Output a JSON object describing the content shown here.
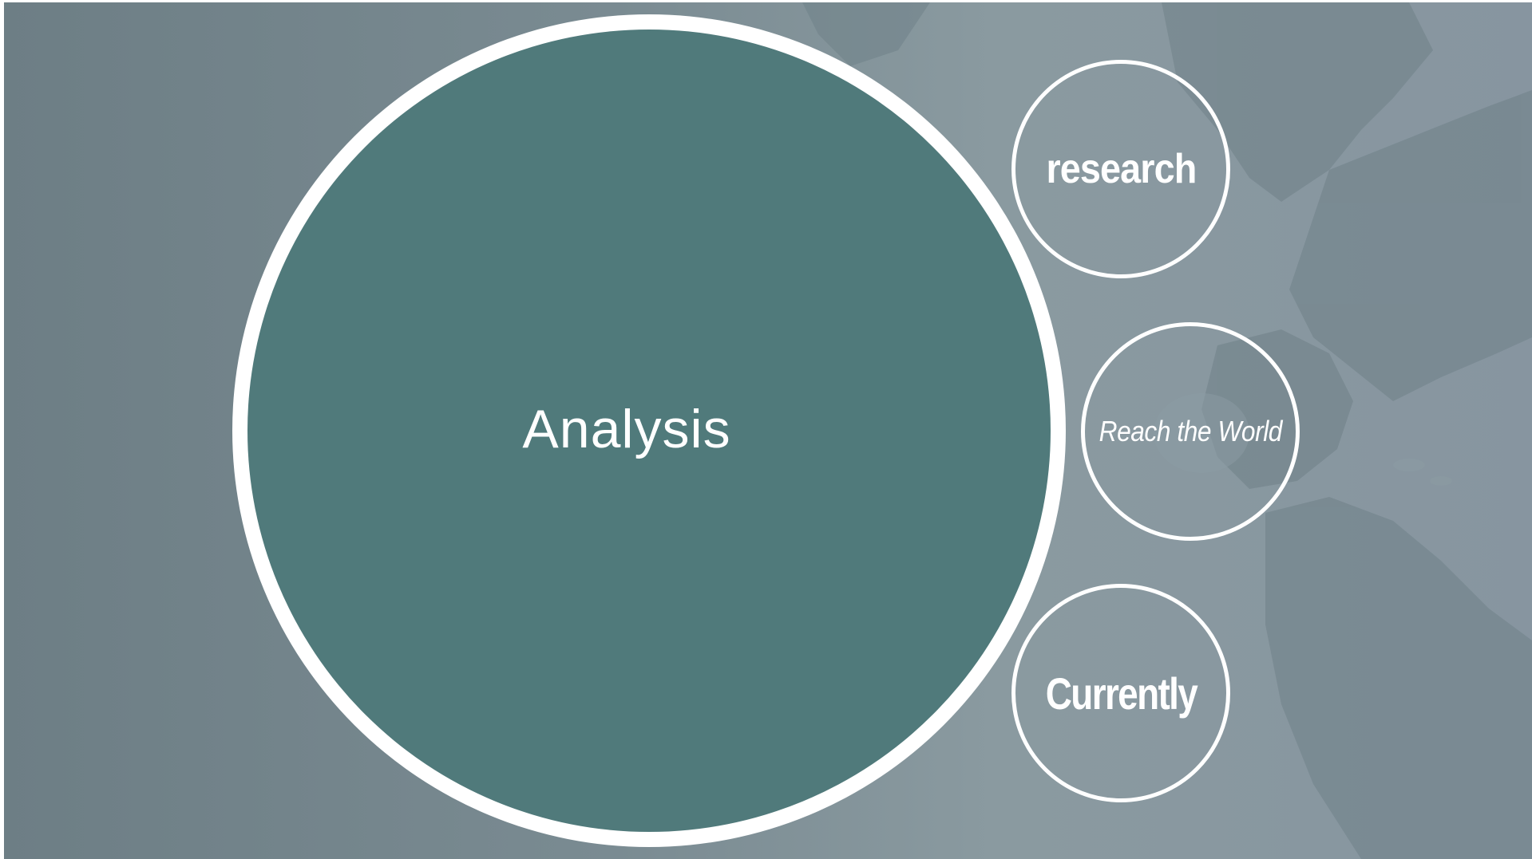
{
  "slide": {
    "main_topic": "Analysis",
    "nodes": [
      {
        "label": "research"
      },
      {
        "label": "Reach the World"
      },
      {
        "label": "Currently"
      }
    ]
  },
  "colors": {
    "background": "#7a8b92",
    "main_circle": "#507a7b",
    "ring": "#ffffff",
    "text": "#ffffff"
  }
}
